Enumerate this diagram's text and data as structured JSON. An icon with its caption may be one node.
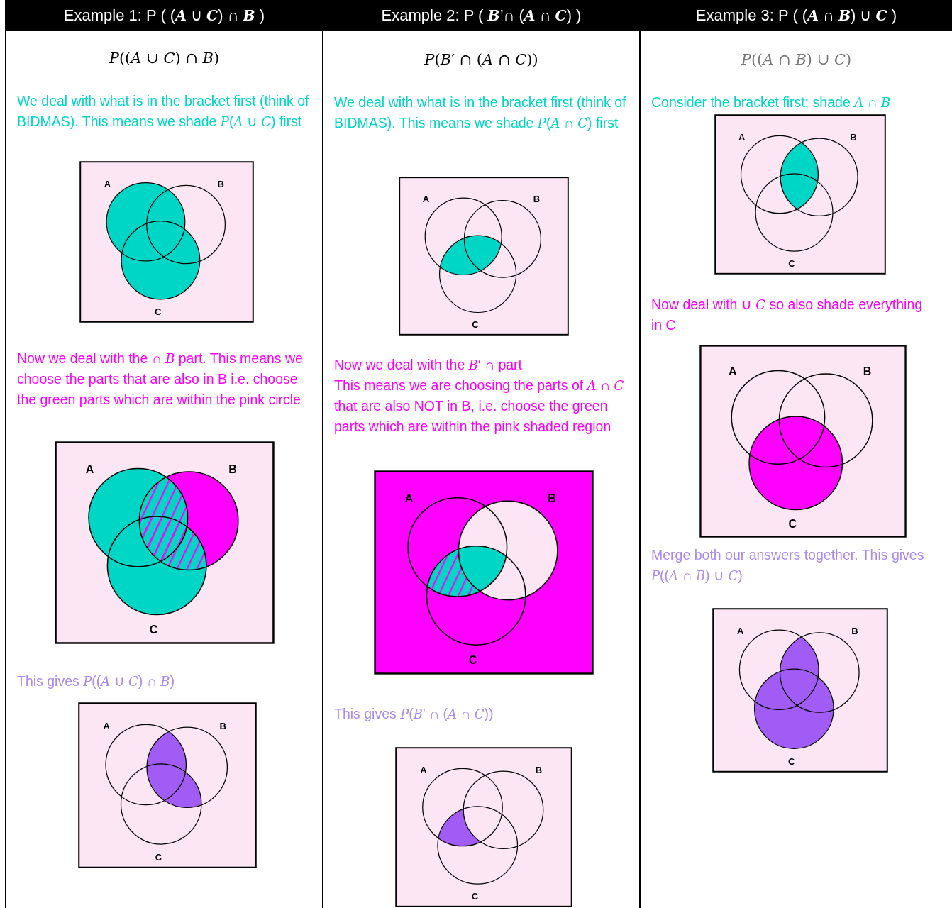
{
  "diagram": {
    "labels": [
      "Example 1: P ( (*A* ∪ *C*) ∩ *B* )",
      "Example 2: P ( *B*’∩ (*A* ∩ *C*) )",
      "Example 3: P ( (*A* ∩ *B*) ∪ *C* )",
      "*P*((*A* ∪ *C*) ∩ *B*)",
      "We deal with what is in the bracket first (think of BIDMAS).  This means we shade *P*(*A* ∪ *C*) first",
      "A",
      "B",
      "C",
      "Now we deal with the ∩ *B* part.  This means we choose the parts that are also in B i.e. choose the green parts which are within the pink circle",
      "A",
      "B",
      "C",
      "This gives *P*((*A* ∪ *C*) ∩ *B*)",
      "A",
      "B",
      "C",
      "*P*(*B*′ ∩ (*A* ∩ *C*))",
      "We deal with what is in the bracket first (think of BIDMAS). This means we shade *P*(*A* ∩ *C*) first",
      "A",
      "B",
      "C",
      "Now we deal with the *B*′ ∩ part",
      "This means we are choosing the parts of *A* ∩ *C* that are also NOT in B, i.e. choose the green parts which are within the pink shaded region",
      "A",
      "B",
      "C",
      "This gives *P*(*B*′ ∩ (*A* ∩ *C*))",
      "A",
      "B",
      "C",
      "*P*((*A* ∩ *B*) ∪ *C*)",
      "Consider the bracket first; shade *A* ∩ *B*",
      "A",
      "B",
      "C",
      "Now deal with ∪ *C* so also shade everything in C",
      "A",
      "B",
      "C",
      "Merge both our answers together. This gives *P*((*A* ∩ *B*) ∪ *C*)",
      "A",
      "B",
      "C"
    ]
  }
}
